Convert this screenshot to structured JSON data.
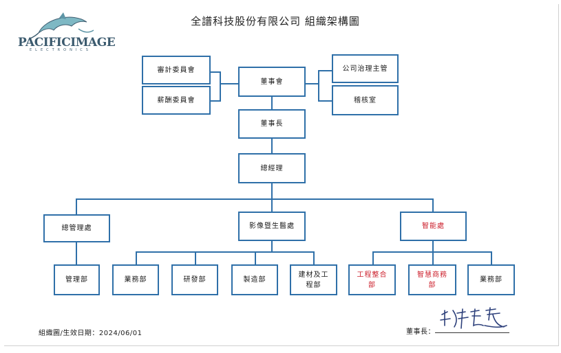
{
  "title": "全譜科技股份有限公司  組織架構圖",
  "logo": {
    "name": "PACIFICIMAGE",
    "sub": "ELECTRONICS"
  },
  "nodes": {
    "audit": "審計委員會",
    "salary": "薪酬委員會",
    "board": "董事會",
    "governance": "公司治理主管",
    "internal_audit": "稽核室",
    "chairman": "董事長",
    "gm": "總經理",
    "admin": "總管理處",
    "imaging": "影像暨生醫處",
    "smart": "智能處",
    "mgmt_dept": "管理部",
    "sales1": "業務部",
    "rd": "研發部",
    "mfg": "製造部",
    "building": "建材及工程部",
    "engineering": "工程整合部",
    "smart_biz": "智慧商務部",
    "sales2": "業務部"
  },
  "colors": {
    "line": "#2e6fa8",
    "highlight": "#cc1f2b"
  },
  "footer": {
    "left": "組織圖/生效日期：2024/06/01",
    "sign_label": "董事長："
  }
}
